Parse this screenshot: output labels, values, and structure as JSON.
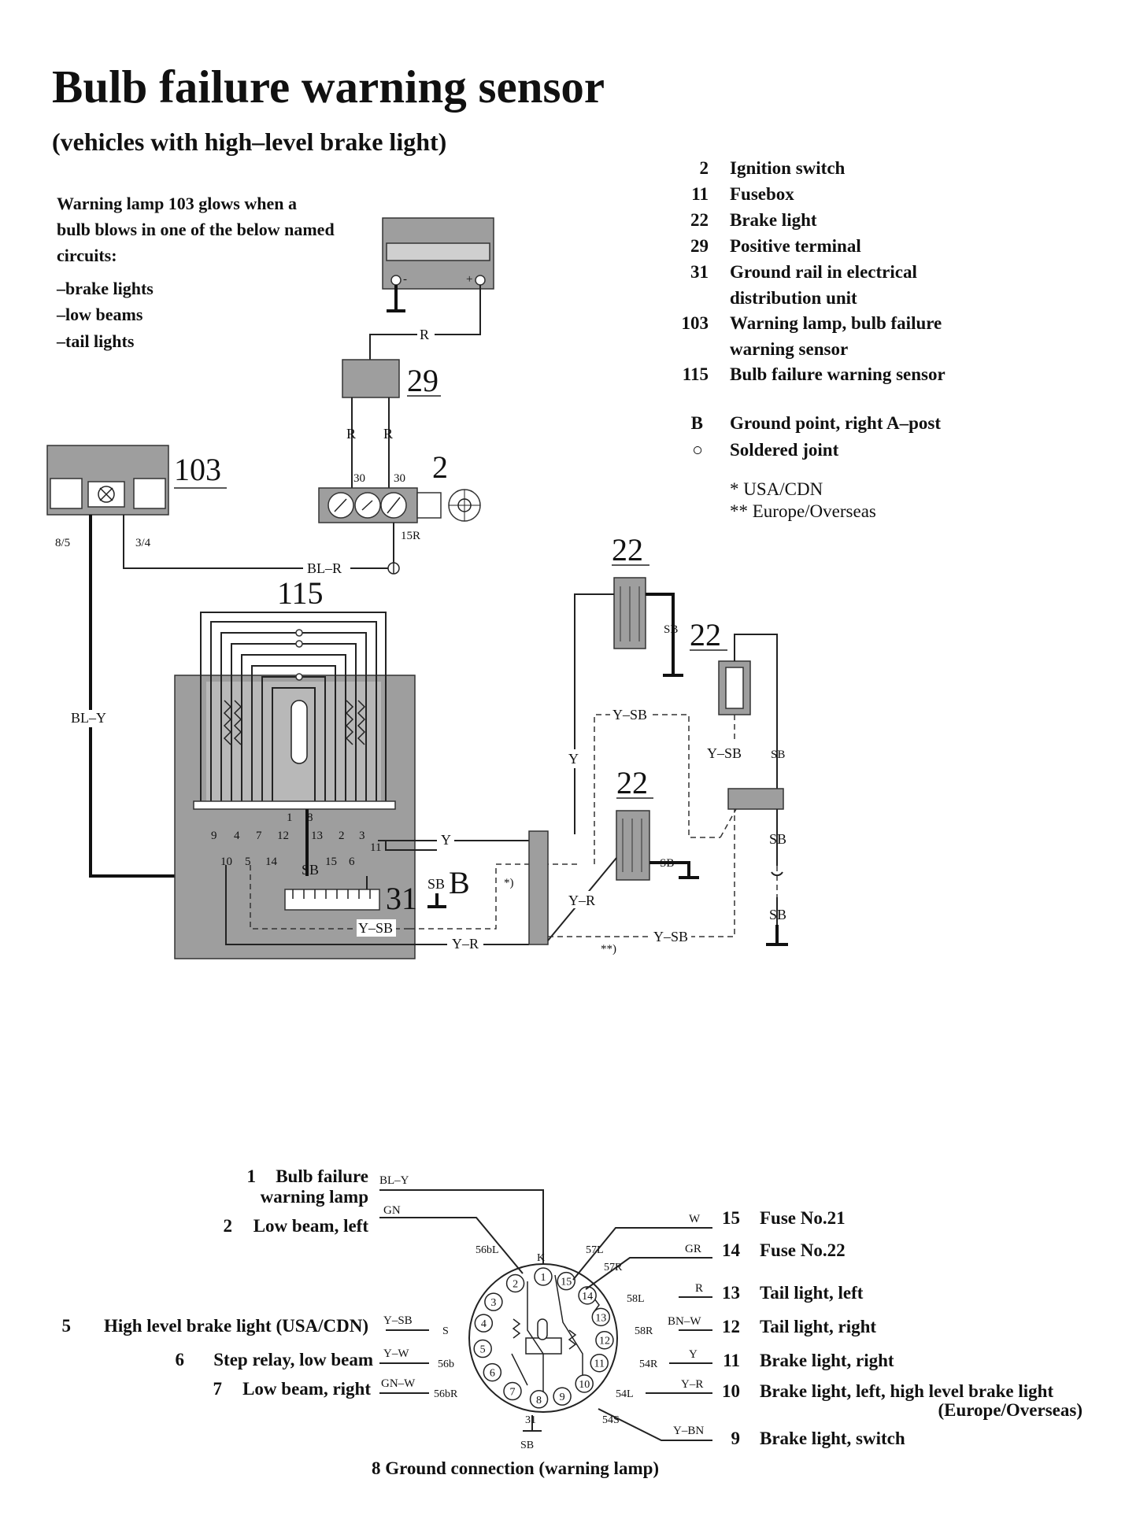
{
  "title": "Bulb failure warning sensor",
  "subtitle": "(vehicles with high–level brake light)",
  "intro": {
    "lines": [
      "Warning lamp 103 glows when a",
      "bulb blows in one of the below named",
      "circuits:"
    ],
    "circuits": [
      "–brake lights",
      "–low beams",
      "–tail lights"
    ]
  },
  "legend": [
    {
      "num": "2",
      "text": "Ignition switch"
    },
    {
      "num": "11",
      "text": "Fusebox"
    },
    {
      "num": "22",
      "text": "Brake light"
    },
    {
      "num": "29",
      "text": "Positive terminal"
    },
    {
      "num": "31",
      "text": "Ground rail in electrical",
      "cont": "distribution unit"
    },
    {
      "num": "103",
      "text": "Warning lamp, bulb failure",
      "cont": "warning sensor"
    },
    {
      "num": "115",
      "text": "Bulb failure warning sensor"
    },
    {
      "num": "B",
      "text": "Ground point, right A–post"
    },
    {
      "num": "○",
      "text": "Soldered joint"
    }
  ],
  "notes": [
    "* USA/CDN",
    "** Europe/Overseas"
  ],
  "components": {
    "c29": "29",
    "c2": "2",
    "c103": "103",
    "c115": "115",
    "c22a": "22",
    "c22b": "22",
    "c22c": "22",
    "c31": "31",
    "cB": "B"
  },
  "wires": {
    "r_top": "R",
    "r1": "R",
    "r2": "R",
    "t30a": "30",
    "t30b": "30",
    "t15r": "15R",
    "p85": "8/5",
    "p34": "3/4",
    "blr": "BL–R",
    "bly": "BL–Y",
    "y_mid": "Y",
    "y_vert": "Y",
    "ysb_top": "Y–SB",
    "ysb_right": "Y–SB",
    "sb_right": "SB",
    "sb_22a": "SB",
    "sb_22c": "SB",
    "sb_low1": "SB",
    "sb_low2": "SB",
    "yr_left": "Y–R",
    "yr_bottom": "Y–R",
    "ysb_left": "Y–SB",
    "ysb_bottom": "Y–SB",
    "sb_sensor": "SB",
    "sb_b": "SB",
    "star1": "*)",
    "star2": "**)"
  },
  "sensor_pins": [
    "9",
    "4",
    "7",
    "1",
    "12",
    "8",
    "13",
    "2",
    "3",
    "10",
    "5",
    "14",
    "15",
    "6",
    "11"
  ],
  "connector": {
    "pins": [
      "1",
      "2",
      "3",
      "4",
      "5",
      "6",
      "7",
      "8",
      "9",
      "10",
      "11",
      "12",
      "13",
      "14",
      "15"
    ],
    "terminal_labels": [
      "K",
      "56bL",
      "S",
      "56b",
      "56bR",
      "31",
      "SB",
      "57L",
      "57R",
      "58L",
      "58R",
      "54R",
      "54L",
      "54S"
    ],
    "left": [
      {
        "num": "1",
        "text": "Bulb failure",
        "cont": "warning lamp",
        "wire": "BL–Y"
      },
      {
        "num": "2",
        "text": "Low beam, left",
        "wire": "GN"
      },
      {
        "num": "5",
        "text": "High level brake light (USA/CDN)",
        "wire": "Y–SB"
      },
      {
        "num": "6",
        "text": "Step relay, low beam",
        "wire": "Y–W"
      },
      {
        "num": "7",
        "text": "Low beam, right",
        "wire": "GN–W"
      }
    ],
    "right": [
      {
        "num": "15",
        "text": "Fuse No.21",
        "wire": "W"
      },
      {
        "num": "14",
        "text": "Fuse No.22",
        "wire": "GR"
      },
      {
        "num": "13",
        "text": "Tail light, left",
        "wire": "R"
      },
      {
        "num": "12",
        "text": "Tail light, right",
        "wire": "BN–W"
      },
      {
        "num": "11",
        "text": "Brake light, right",
        "wire": "Y"
      },
      {
        "num": "10",
        "text": "Brake light, left, high level brake light",
        "cont": "(Europe/Overseas)",
        "wire": "Y–R"
      },
      {
        "num": "9",
        "text": "Brake light, switch",
        "wire": "Y–BN"
      }
    ],
    "bottom": "8  Ground connection (warning lamp)"
  }
}
